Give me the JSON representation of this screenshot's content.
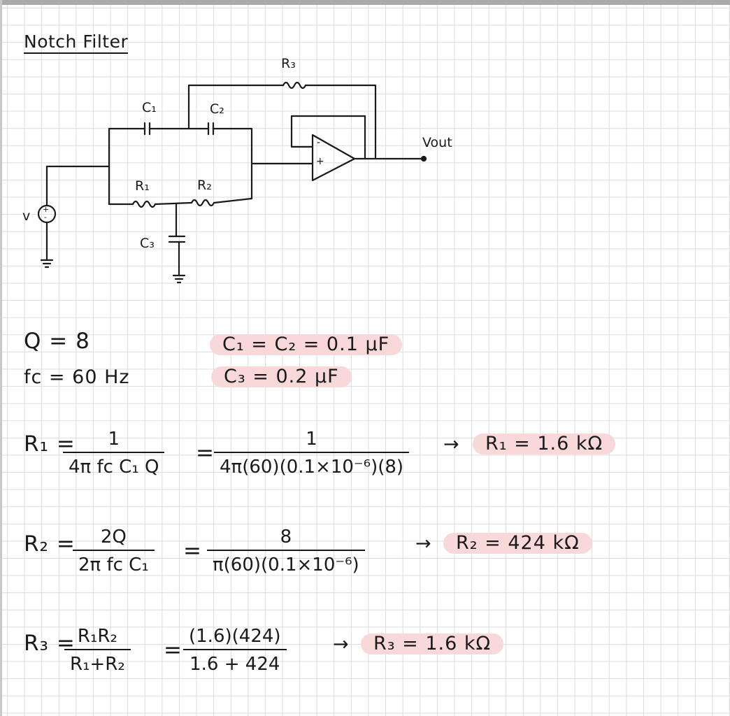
{
  "title": "Notch Filter",
  "circuit": {
    "labels": {
      "c1": "C₁",
      "c2": "C₂",
      "c3": "C₃",
      "r1": "R₁",
      "r2": "R₂",
      "r3": "R₃",
      "source": "v",
      "vout": "Vout",
      "minus": "-",
      "plus": "+"
    }
  },
  "given": {
    "q": "Q = 8",
    "fc": "fc = 60 Hz",
    "c1c2": "C₁ = C₂ = 0.1 μF",
    "c3": "C₃ = 0.2 μF"
  },
  "eq_r1": {
    "lhs": "R₁ =",
    "f1_num": "1",
    "f1_den": "4π fc C₁ Q",
    "eq": "=",
    "f2_num": "1",
    "f2_den": "4π(60)(0.1×10⁻⁶)(8)",
    "arrow": "→",
    "result": "R₁ = 1.6 kΩ"
  },
  "eq_r2": {
    "lhs": "R₂ =",
    "f1_num": "2Q",
    "f1_den": "2π fc C₁",
    "eq": "=",
    "f2_num": "8",
    "f2_den": "π(60)(0.1×10⁻⁶)",
    "arrow": "→",
    "result": "R₂ = 424 kΩ"
  },
  "eq_r3": {
    "lhs": "R₃ =",
    "f1_num": "R₁R₂",
    "f1_den": "R₁+R₂",
    "eq": "=",
    "f2_num": "(1.6)(424)",
    "f2_den": "1.6 + 424",
    "arrow": "→",
    "result": "R₃ = 1.6 kΩ"
  }
}
